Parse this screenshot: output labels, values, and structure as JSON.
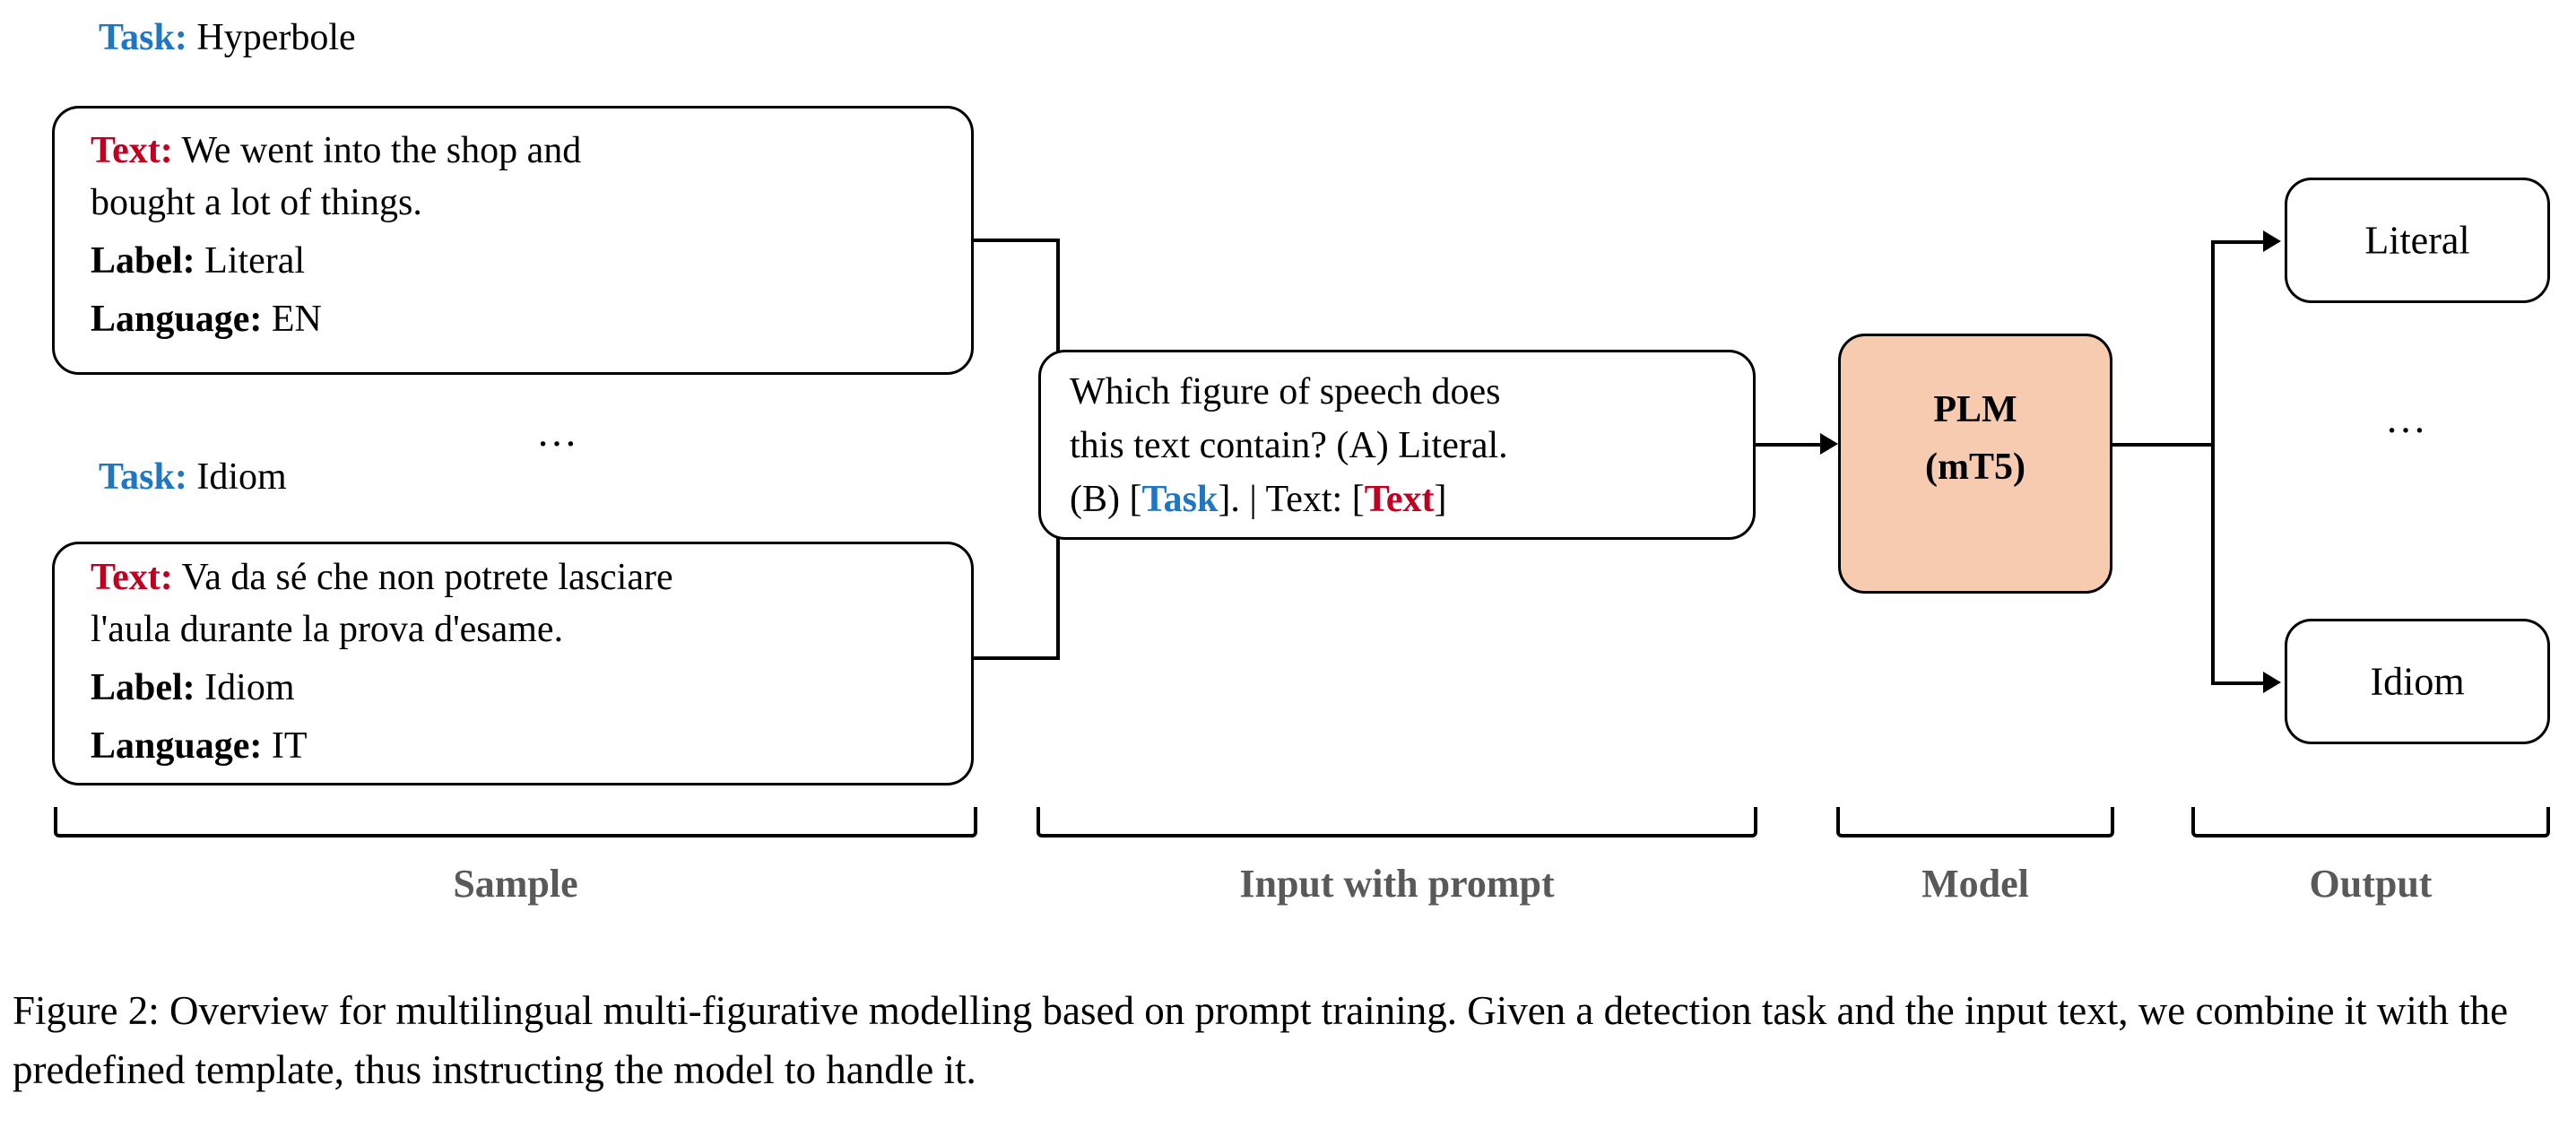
{
  "figure": {
    "caption": "Figure 2: Overview for multilingual multi-figurative modelling based on prompt training. Given a detection task and the input text, we combine it with the predefined template, thus instructing the model to handle it.",
    "ellipsis": "…"
  },
  "colors": {
    "task_keyword": "#1F77C4",
    "text_keyword": "#C00020",
    "model_box_fill": "#F7CBAF",
    "section_label": "#595959",
    "stroke": "#000000"
  },
  "samples": [
    {
      "task_heading_key": "Task:",
      "task_heading_value": "Hyperbole",
      "fields": [
        {
          "key": "Text:",
          "key_style": "text",
          "lines": [
            "We went into the shop and",
            "bought a lot of things."
          ]
        },
        {
          "key": "Label:",
          "key_style": "bold",
          "lines": [
            "Literal"
          ]
        },
        {
          "key": "Language:",
          "key_style": "bold",
          "lines": [
            "EN"
          ]
        }
      ]
    },
    {
      "task_heading_key": "Task:",
      "task_heading_value": "Idiom",
      "fields": [
        {
          "key": "Text:",
          "key_style": "text",
          "lines": [
            "Va da sé che non potrete lasciare",
            "l'aula durante la prova d'esame."
          ]
        },
        {
          "key": "Label:",
          "key_style": "bold",
          "lines": [
            "Idiom"
          ]
        },
        {
          "key": "Language:",
          "key_style": "bold",
          "lines": [
            "IT"
          ]
        }
      ]
    }
  ],
  "prompt": {
    "line1": "Which figure of speech does",
    "line2": "this text contain? (A) Literal.",
    "line3_prefix": "(B) [",
    "line3_task_slot": "Task",
    "line3_middle": "]. | Text: [",
    "line3_text_slot": "Text",
    "line3_suffix": "]"
  },
  "model": {
    "name": "PLM",
    "variant": "(mT5)"
  },
  "outputs": [
    {
      "label": "Literal"
    },
    {
      "label": "Idiom"
    }
  ],
  "sections": [
    {
      "label": "Sample"
    },
    {
      "label": "Input with prompt"
    },
    {
      "label": "Model"
    },
    {
      "label": "Output"
    }
  ]
}
